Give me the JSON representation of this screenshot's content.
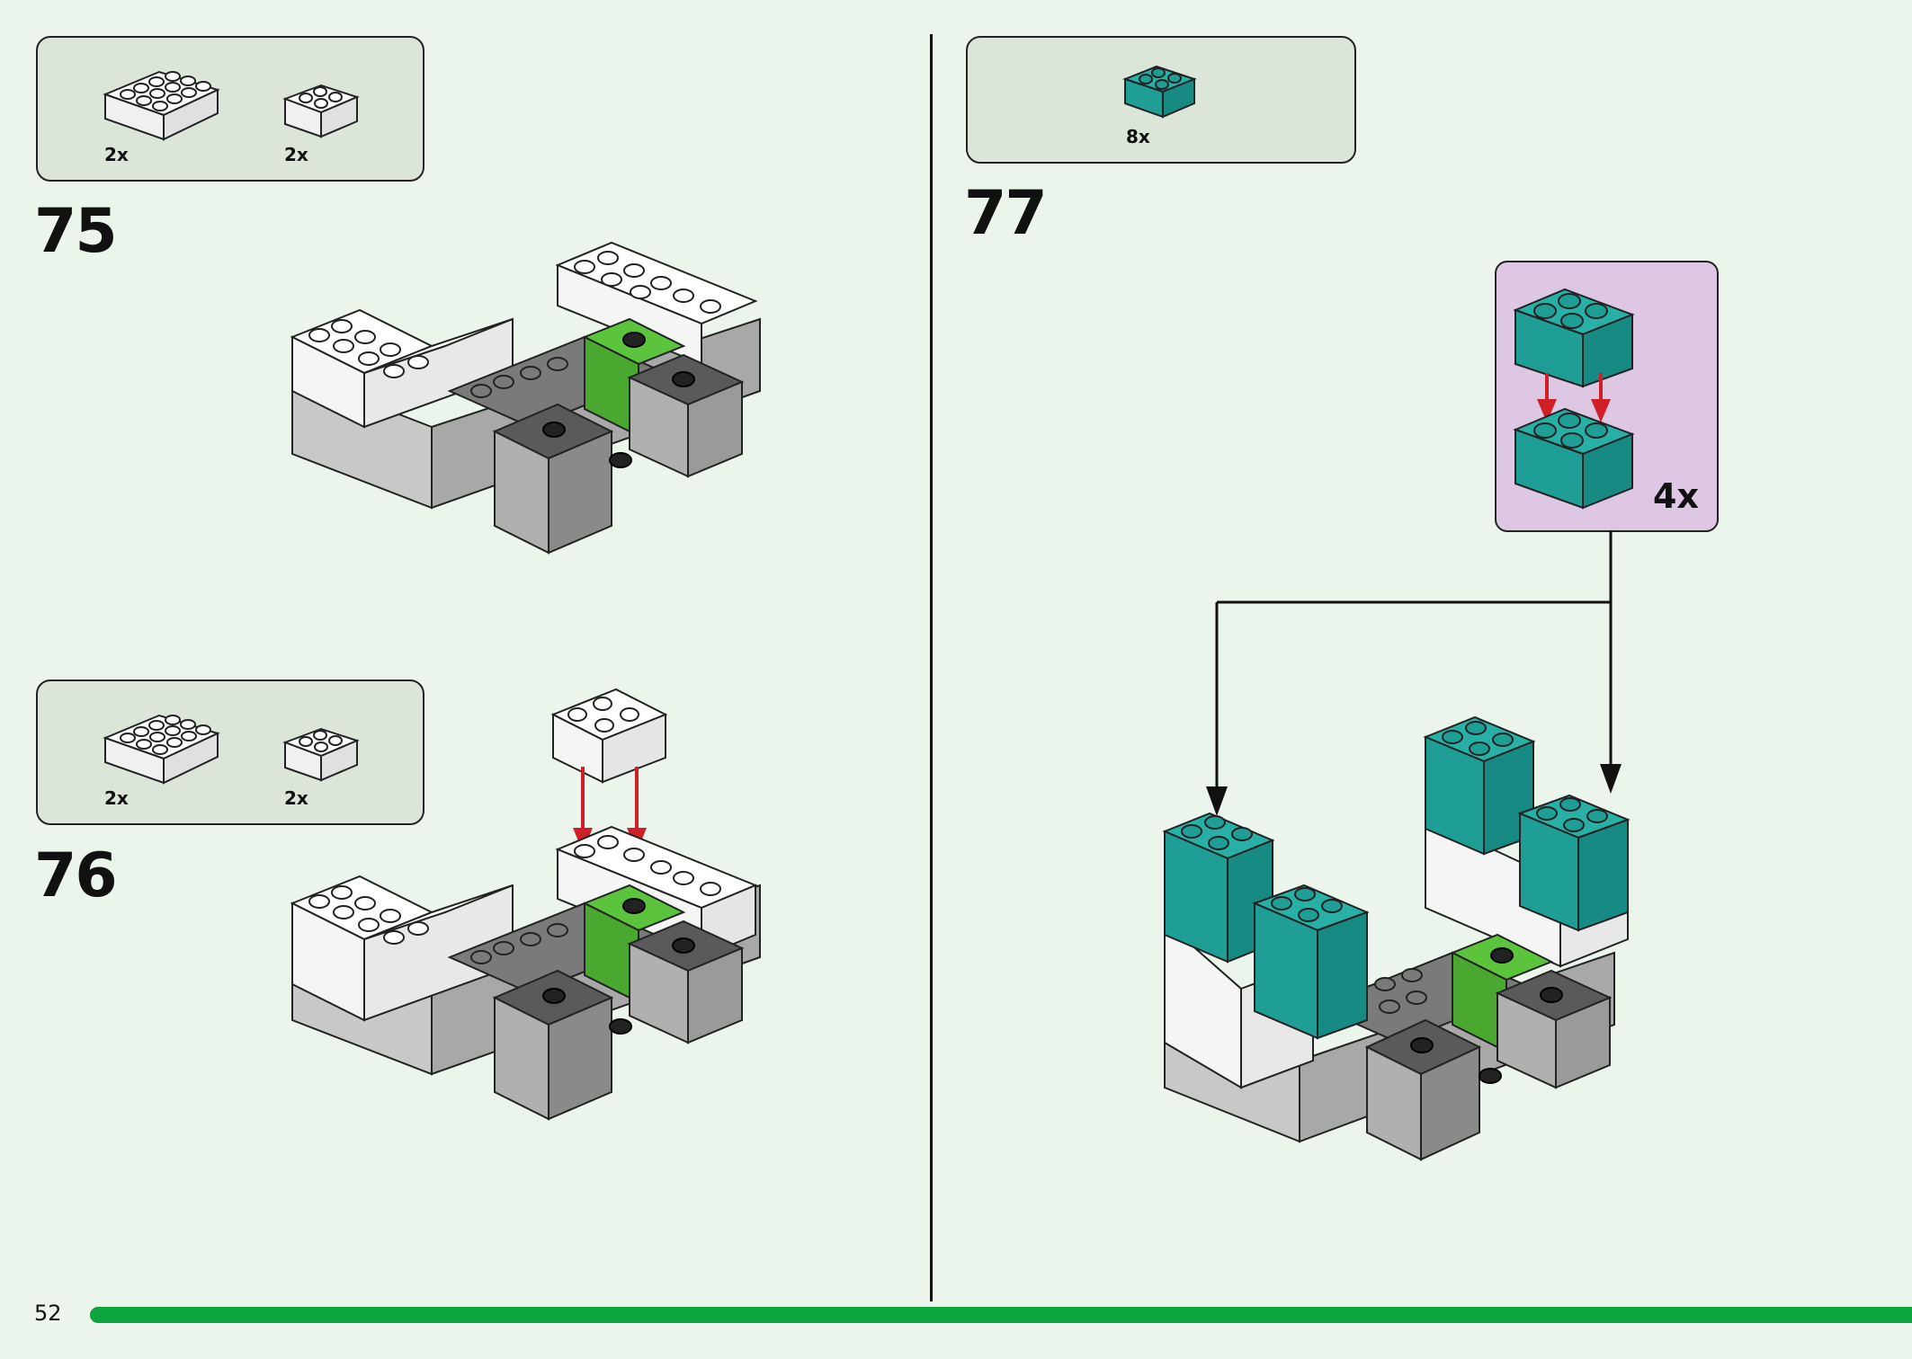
{
  "page": {
    "number": "52"
  },
  "steps": [
    {
      "number": "75",
      "parts": [
        {
          "qty": "2x",
          "brick": "white-2x4-brick"
        },
        {
          "qty": "2x",
          "brick": "white-2x2-brick"
        }
      ]
    },
    {
      "number": "76",
      "parts": [
        {
          "qty": "2x",
          "brick": "white-2x4-brick"
        },
        {
          "qty": "2x",
          "brick": "white-2x2-brick"
        }
      ]
    },
    {
      "number": "77",
      "parts": [
        {
          "qty": "8x",
          "brick": "teal-2x2-brick"
        }
      ],
      "subassembly": {
        "qty": "4x"
      }
    }
  ],
  "colors": {
    "background": "#ebf5ec",
    "parts_box": "#dbe6d9",
    "subassembly_box": "#ddc7e3",
    "progress_bar": "#0ca43c",
    "brick_white": "#ffffff",
    "brick_light_gray": "#b8b8b8",
    "brick_dark_gray": "#5a5a5a",
    "brick_green": "#5cc43c",
    "brick_teal": "#1f9e96",
    "arrow_red": "#d02027"
  }
}
